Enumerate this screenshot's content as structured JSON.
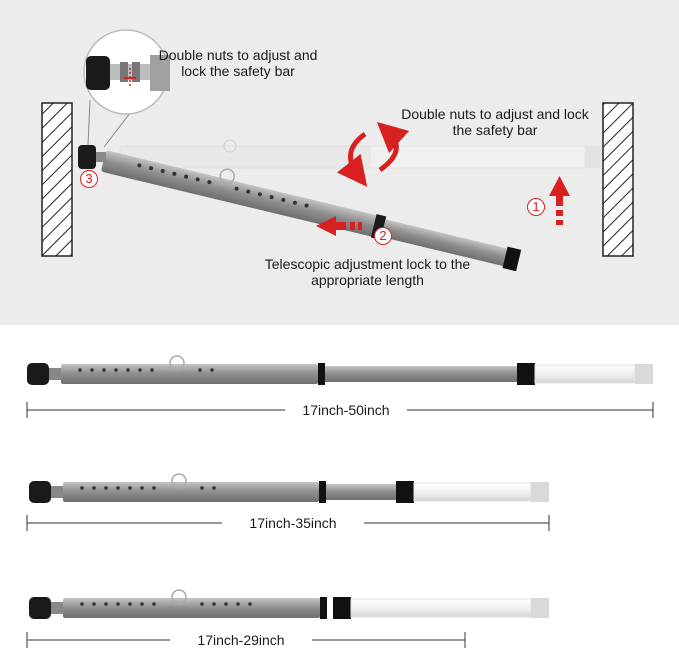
{
  "top": {
    "label_inset": "Double nuts to adjust and lock the safety bar",
    "label_right": "Double nuts to adjust and lock the safety bar",
    "label_telescopic": "Telescopic adjustment lock to the appropriate length",
    "step_1": "1",
    "step_2": "2",
    "step_3": "3"
  },
  "bars": [
    {
      "range_label": "17inch-50inch"
    },
    {
      "range_label": "17inch-35inch"
    },
    {
      "range_label": "17inch-29inch"
    }
  ],
  "colors": {
    "accent_red": "#d92020",
    "bar_gray": "#9a9a9a",
    "extension_white": "#f4f4f4",
    "panel_bg": "#ececec"
  }
}
